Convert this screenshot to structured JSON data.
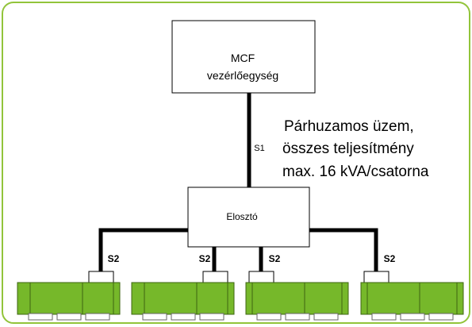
{
  "colors": {
    "frame_border": "#92c43a",
    "module_fill": "#76b82a",
    "module_edge": "#3d6412",
    "cable": "#000000",
    "box_border": "#000000"
  },
  "controller": {
    "line1": "MCF",
    "line2": "vezérlőegység"
  },
  "cable_s1_label": "S1",
  "note": {
    "line1": "Párhuzamos üzem,",
    "line2": "összes teljesítmény",
    "line3": "max. 16 kVA/csatorna"
  },
  "distributor_label": "Elosztó",
  "branch_cable_label": "S2",
  "module_count": 4
}
